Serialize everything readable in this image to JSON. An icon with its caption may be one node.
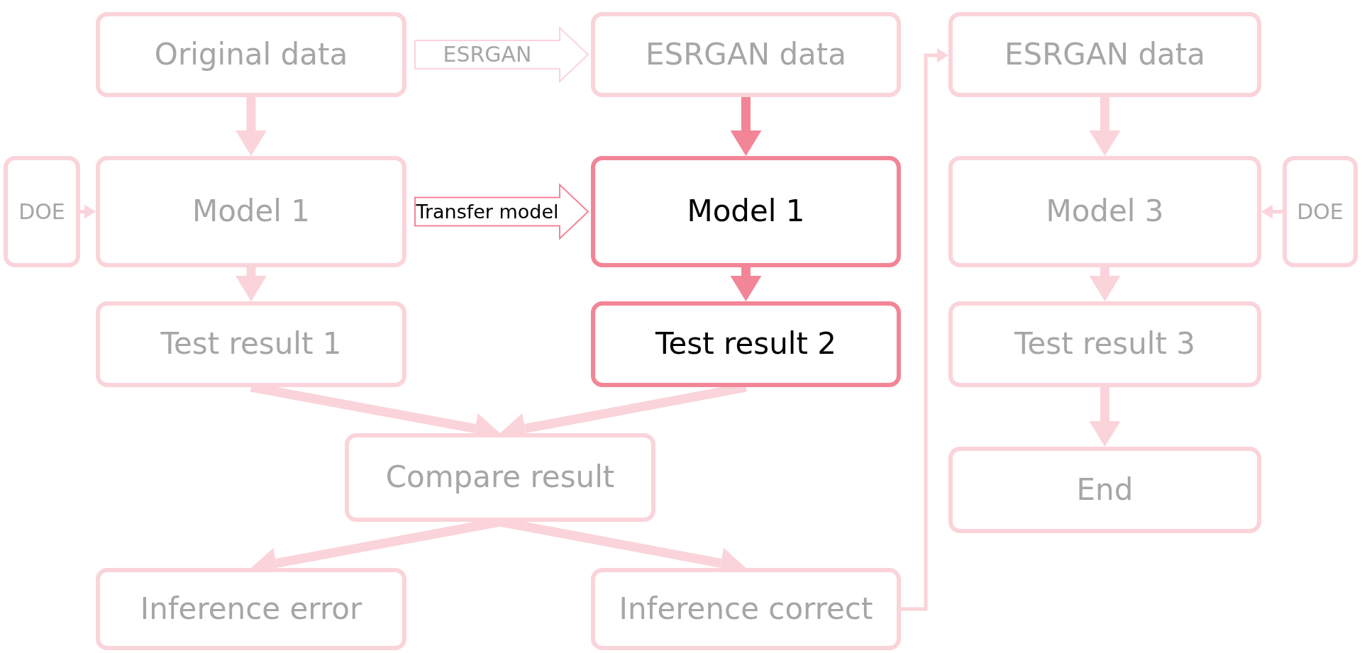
{
  "diagram": {
    "nodes": [
      {
        "text": [
          "Original data"
        ]
      },
      {
        "text": [
          "ESRGAN data"
        ]
      },
      {
        "text": [
          "ESRGAN data"
        ]
      },
      {
        "text": [
          "DOE"
        ]
      },
      {
        "text": [
          "Model 1"
        ]
      },
      {
        "text": [
          "Model 1"
        ]
      },
      {
        "text": [
          "Model 3"
        ]
      },
      {
        "text": [
          "DOE"
        ]
      },
      {
        "text": [
          "Test result 1"
        ]
      },
      {
        "text": [
          "Test result 2"
        ]
      },
      {
        "text": [
          "Test result 3"
        ]
      },
      {
        "text": [
          "Compare result"
        ]
      },
      {
        "text": [
          "End"
        ]
      },
      {
        "text": [
          "Inference error"
        ]
      },
      {
        "text": [
          "Inference correct"
        ]
      }
    ],
    "edges": [
      {
        "from": 0,
        "to": 1,
        "arrow": "to",
        "label": "ESRGAN"
      },
      {
        "from": 0,
        "to": 4,
        "arrow": "to"
      },
      {
        "from": 3,
        "to": 4,
        "arrow": "to"
      },
      {
        "from": 4,
        "to": 5,
        "arrow": "to",
        "label": "Transfer model",
        "color": "#f28596"
      },
      {
        "from": 4,
        "to": 8,
        "arrow": "to"
      },
      {
        "from": 1,
        "to": 5,
        "arrow": "to",
        "color": "#f28596"
      },
      {
        "from": 5,
        "to": 9,
        "arrow": "to",
        "color": "#f28596"
      },
      {
        "from": 8,
        "to": 11,
        "arrow": "to"
      },
      {
        "from": 9,
        "to": 11,
        "arrow": "to"
      },
      {
        "from": 11,
        "to": 13,
        "arrow": "to"
      },
      {
        "from": 11,
        "to": 14,
        "arrow": "to"
      },
      {
        "from": 14,
        "to": 2,
        "arrow": "to"
      },
      {
        "from": 2,
        "to": 6,
        "arrow": "to"
      },
      {
        "from": 7,
        "to": 6,
        "arrow": "to"
      },
      {
        "from": 6,
        "to": 10,
        "arrow": "to"
      },
      {
        "from": 10,
        "to": 12,
        "arrow": "to"
      }
    ]
  }
}
